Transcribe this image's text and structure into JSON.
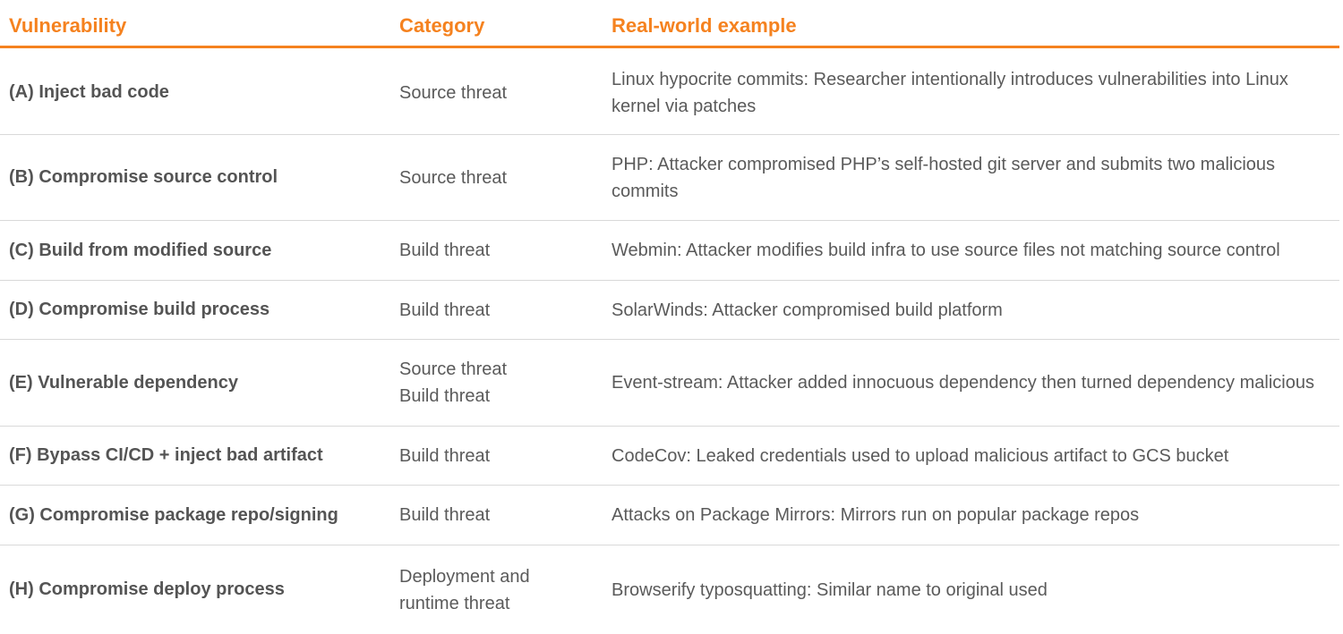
{
  "header": {
    "vulnerability": "Vulnerability",
    "category": "Category",
    "example": "Real-world example"
  },
  "rows": [
    {
      "vulnerability": "(A) Inject bad code",
      "category": [
        "Source threat"
      ],
      "example": "Linux hypocrite commits: Researcher intentionally introduces vulnerabilities into Linux kernel via patches"
    },
    {
      "vulnerability": "(B) Compromise source control",
      "category": [
        "Source threat"
      ],
      "example": "PHP: Attacker compromised PHP’s self-hosted git server and submits two malicious commits"
    },
    {
      "vulnerability": "(C) Build from modified source",
      "category": [
        "Build threat"
      ],
      "example": "Webmin: Attacker modifies build infra to use source files not matching source control"
    },
    {
      "vulnerability": "(D) Compromise build process",
      "category": [
        "Build threat"
      ],
      "example": "SolarWinds: Attacker compromised build platform"
    },
    {
      "vulnerability": "(E) Vulnerable dependency",
      "category": [
        "Source threat",
        "Build threat"
      ],
      "example": "Event-stream: Attacker added innocuous dependency then turned dependency malicious"
    },
    {
      "vulnerability": "(F) Bypass CI/CD + inject bad artifact",
      "category": [
        "Build threat"
      ],
      "example": "CodeCov: Leaked credentials used to upload malicious artifact to GCS bucket"
    },
    {
      "vulnerability": "(G) Compromise package repo/signing",
      "category": [
        "Build threat"
      ],
      "example": "Attacks on Package Mirrors: Mirrors run on popular package repos"
    },
    {
      "vulnerability": "(H) Compromise deploy process",
      "category": [
        "Deployment and",
        "runtime threat"
      ],
      "example": "Browserify typosquatting: Similar name to original used"
    }
  ],
  "colors": {
    "accent": "#f5821f",
    "text": "#545454",
    "divider": "#d9d9d9"
  }
}
